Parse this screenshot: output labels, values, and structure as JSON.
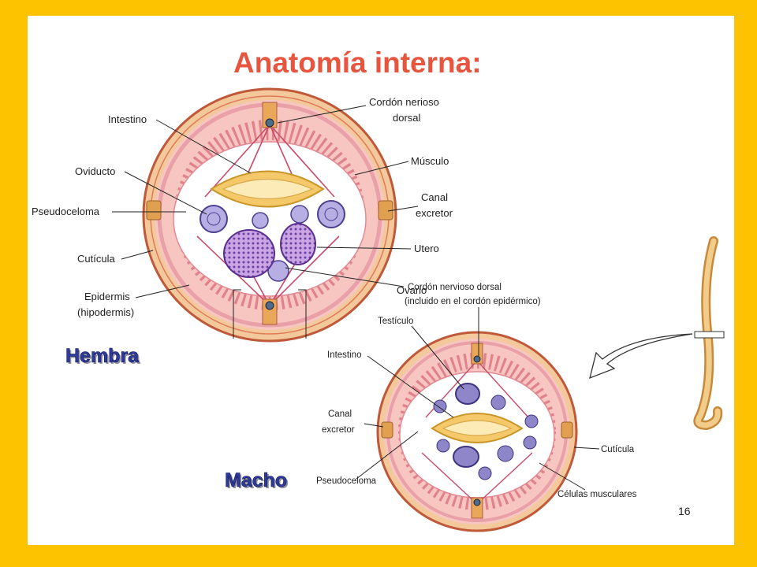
{
  "slide": {
    "title": "Anatomía interna:",
    "page_number": "16",
    "colors": {
      "border": "#FDC300",
      "title": "#E8553E",
      "sex_label": "#2E3A9E"
    }
  },
  "female": {
    "caption": "Hembra",
    "labels": {
      "intestino": "Intestino",
      "cordon1": "Cordón nerioso",
      "cordon2": "dorsal",
      "oviducto": "Oviducto",
      "musculo": "Músculo",
      "pseudoceloma": "Pseudoceloma",
      "canal1": "Canal",
      "canal2": "excretor",
      "cuticula": "Cutícula",
      "utero": "Utero",
      "epidermis1": "Epidermis",
      "epidermis2": "(hipodermis)",
      "ovario": "Ovario"
    }
  },
  "male": {
    "caption": "Macho",
    "labels": {
      "cordon_dorsal": "Cordón nervioso dorsal",
      "cordon_note": "(incluido en el cordón epidérmico)",
      "testiculo": "Testículo",
      "intestino": "Intestino",
      "canal1": "Canal",
      "canal2": "excretor",
      "cuticula": "Cutícula",
      "pseudoceloma": "Pseudoceloma",
      "celulas": "Células musculares"
    }
  }
}
